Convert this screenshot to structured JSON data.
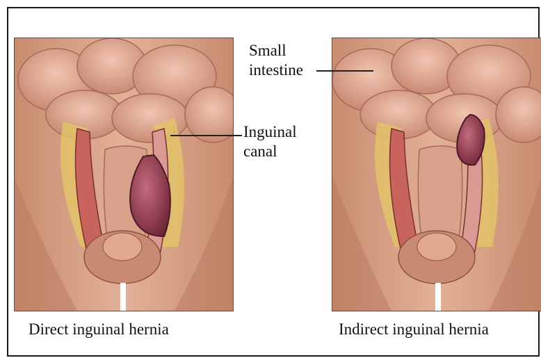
{
  "labels": {
    "small_intestine_line1": "Small",
    "small_intestine_line2": "intestine",
    "inguinal_canal_line1": "Inguinal",
    "inguinal_canal_line2": "canal"
  },
  "captions": {
    "left": "Direct inguinal hernia",
    "right": "Indirect inguinal hernia"
  },
  "colors": {
    "skin": "#d9a689",
    "intestine": "#e3b09a",
    "fat": "#e2c36a",
    "hernia_sac": "#8e3a4e",
    "muscle": "#c8645c"
  }
}
